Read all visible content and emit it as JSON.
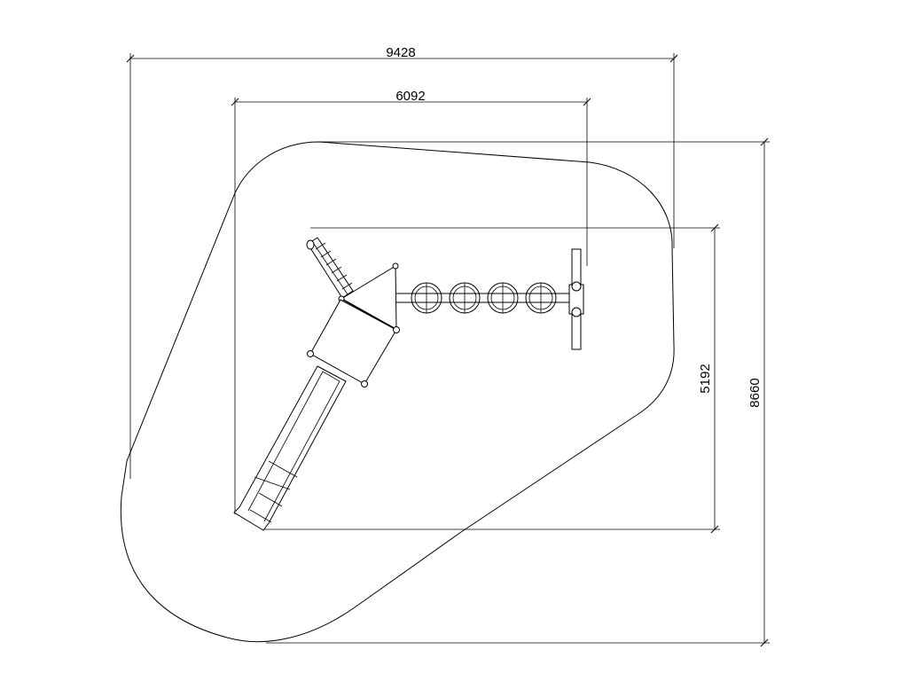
{
  "dimensions": {
    "outer_width": "9428",
    "inner_width": "6092",
    "inner_height": "5192",
    "outer_height": "8660"
  }
}
